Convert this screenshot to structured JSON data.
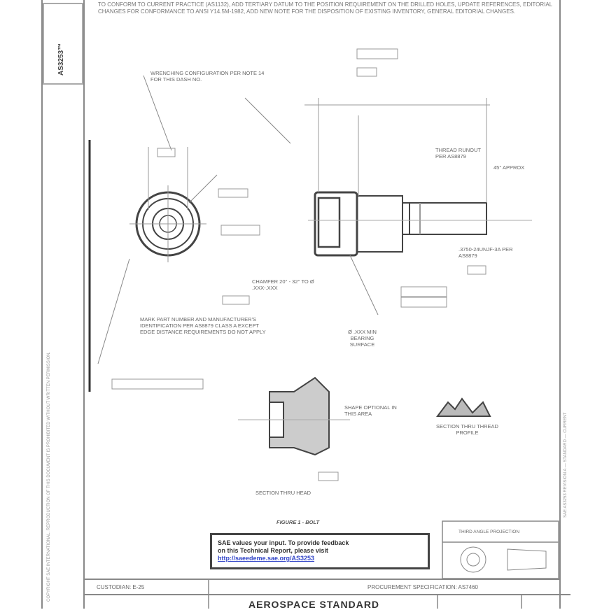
{
  "header_note": "TO CONFORM TO CURRENT PRACTICE (AS1132), ADD TERTIARY DATUM TO THE POSITION REQUIREMENT ON THE DRILLED HOLES, UPDATE REFERENCES, EDITORIAL CHANGES FOR CONFORMANCE TO ANSI Y14.5M-1982, ADD NEW NOTE FOR THE DISPOSITION OF EXISTING INVENTORY, GENERAL EDITORIAL CHANGES.",
  "doc_number": "AS3253™",
  "left_margin_text": "Copyright SAE International. Reproduction of this document is prohibited without written permission.",
  "right_margin_text": "SAE AS3253 REVISION A — STANDARD — CURRENT",
  "labels": {
    "wrenching": "WRENCHING CONFIGURATION PER NOTE 14 FOR THIS DASH NO.",
    "mark_part": "MARK PART NUMBER AND MANUFACTURER'S IDENTIFICATION PER AS8879 CLASS A EXCEPT EDGE DISTANCE REQUIREMENTS DO NOT APPLY",
    "chamfer": "CHAMFER 20° - 32° TO Ø .XXX-.XXX",
    "bearing": "Ø .XXX MIN BEARING SURFACE",
    "thread_runout": "THREAD RUNOUT PER AS8879",
    "approx_angle": "45° APPROX",
    "thread_spec": ".3750-24UNJF-3A PER AS8879",
    "shape_optional": "SHAPE OPTIONAL IN THIS AREA",
    "section_head": "SECTION THRU HEAD",
    "section_thread": "SECTION THRU THREAD PROFILE",
    "figure_caption": "FIGURE 1 - BOLT",
    "third_angle": "THIRD ANGLE PROJECTION"
  },
  "feedback": {
    "line1": "SAE values your input. To provide feedback",
    "line2": "on this Technical Report, please visit",
    "link": "http://saeedeme.sae.org/AS3253"
  },
  "title_block": {
    "custodian": "CUSTODIAN: E-25",
    "procurement": "PROCUREMENT SPECIFICATION: AS7460",
    "title": "AEROSPACE STANDARD"
  }
}
